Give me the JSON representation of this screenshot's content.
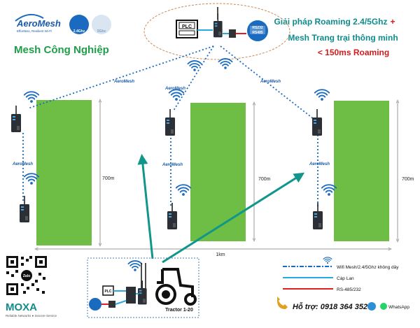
{
  "brand": {
    "logo_text": "AeroMesh",
    "logo_tagline": "Effortless, Resilient Wi-Fi",
    "band_24": "2.4Ghz",
    "band_5": "5Ghz"
  },
  "header": {
    "subtitle": "Mesh Công Nghiệp",
    "headline_line1": "Giải pháp Roaming 2.4/5Ghz",
    "headline_plus": "+",
    "headline_line2": "Mesh Trang trại thông minh",
    "headline_line3": "< 150ms Roaming"
  },
  "devices": {
    "plc_label": "PLC",
    "serial_label_1": "RS232",
    "serial_label_2": "RS485",
    "node_badge": "AeroMesh",
    "tractor_label": "Tractor 1-20"
  },
  "dimensions": {
    "field_height": "700m",
    "total_width": "1km"
  },
  "legend": {
    "items": [
      {
        "label": "Wifi Mesh/2.4/5Ghz không dây",
        "style": "dash-dot",
        "color": "#1a6bbf"
      },
      {
        "label": "Cáp Lan",
        "style": "solid",
        "color": "#29a9e0"
      },
      {
        "label": "RS-485/232",
        "style": "solid",
        "color": "#e02020"
      }
    ]
  },
  "footer": {
    "support_text": "Hỗ trợ: 0918 364 352",
    "whatsapp_label": "WhatsApp",
    "qr_center": "Zalo",
    "company": "MOXA",
    "company_tagline": "Reliable Networks ● Sincere Service"
  },
  "colors": {
    "field_green": "#6ebd45",
    "mesh_blue": "#1a6bbf",
    "lan_blue": "#29a9e0",
    "serial_red": "#e02020",
    "teal_arrow": "#10968a",
    "headline_teal": "#0f8c8c",
    "headline_red": "#d01c1c",
    "subtitle_green": "#1f9e4a"
  }
}
